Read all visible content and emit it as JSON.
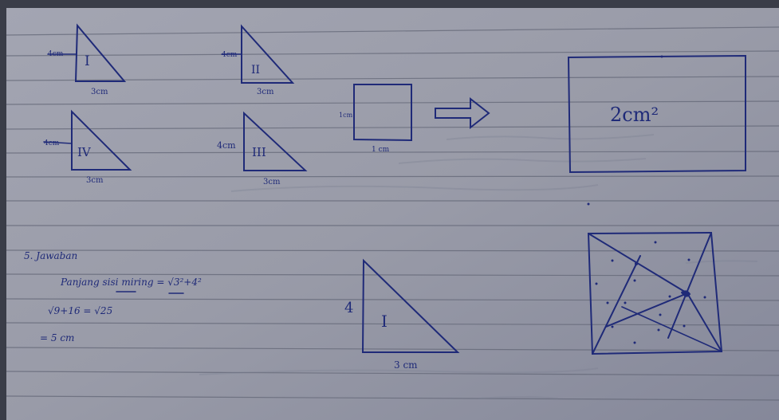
{
  "colors": {
    "paper": "#9a9ca9",
    "paper_dark": "#6f7282",
    "line": "#5d6170",
    "ink": "#1f2a78"
  },
  "top_row": {
    "t1": {
      "roman": "I",
      "side": "4cm",
      "base": "3cm"
    },
    "t2": {
      "roman": "II",
      "side": "4cm",
      "base": "3cm"
    },
    "t4": {
      "roman": "IV",
      "side": "4cm",
      "base": "3cm"
    },
    "t3": {
      "roman": "III",
      "side": "4cm",
      "base": "3cm"
    },
    "square": {
      "side": "1cm",
      "base": "1 cm"
    },
    "big_rect_label": "2cm²"
  },
  "answer": {
    "heading": "5. Jawaban",
    "line1": "Panjang  sisi  miring = √3²+4²",
    "line2": "√9+16  = √25",
    "line3": "= 5 cm"
  },
  "bottom_triangle": {
    "roman": "I",
    "side": "4",
    "base": "3 cm"
  }
}
